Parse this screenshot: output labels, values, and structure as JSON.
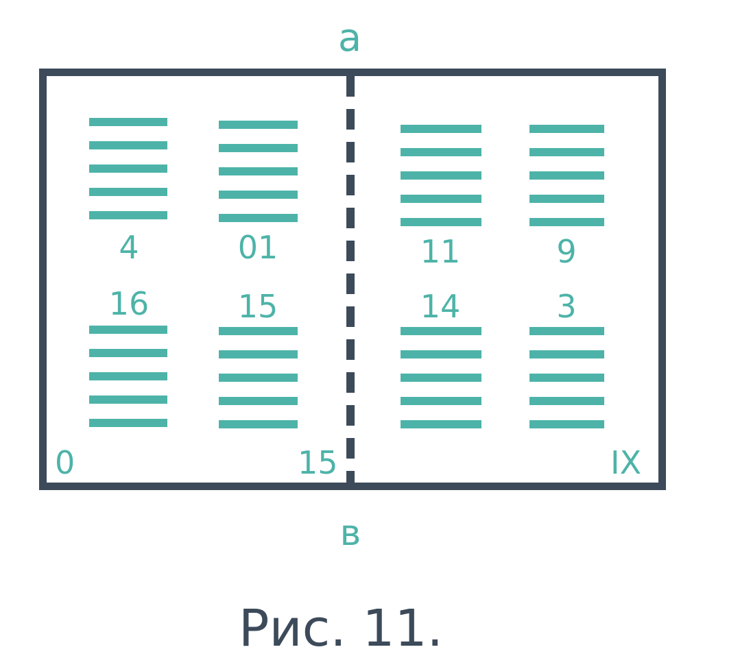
{
  "diagram": {
    "top_label": "а",
    "bottom_label": "в",
    "caption": "Рис. 11.",
    "pages": [
      {
        "id": "top-1",
        "number": "4"
      },
      {
        "id": "top-2",
        "number": "01"
      },
      {
        "id": "top-3",
        "number": "11"
      },
      {
        "id": "top-4",
        "number": "9"
      },
      {
        "id": "bottom-1",
        "number": "16"
      },
      {
        "id": "bottom-2",
        "number": "15"
      },
      {
        "id": "bottom-3",
        "number": "14"
      },
      {
        "id": "bottom-4",
        "number": "3"
      }
    ],
    "corners": {
      "left": "0",
      "center": "15",
      "right": "IX"
    }
  },
  "colors": {
    "frame": "#3c4a59",
    "accent": "#4db3a8"
  }
}
